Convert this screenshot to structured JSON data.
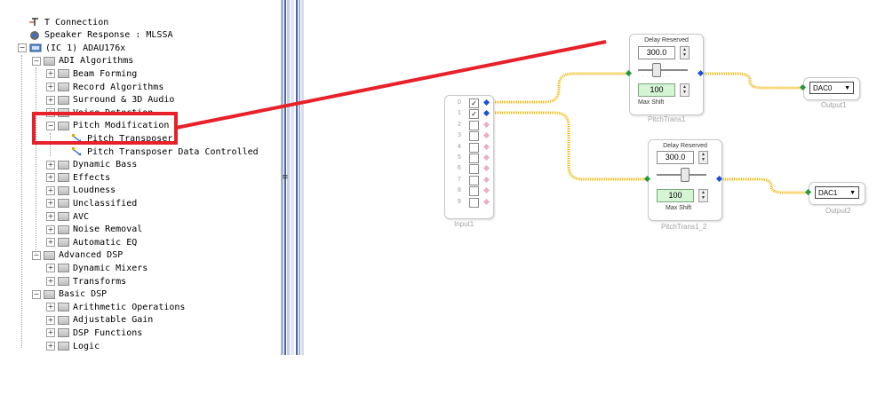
{
  "tree": {
    "items": [
      {
        "label": "T Connection",
        "icon": "t-connection-icon",
        "indent": 0
      },
      {
        "label": "Speaker Response : MLSSA",
        "icon": "speaker-icon",
        "indent": 0
      },
      {
        "label": "(IC 1) ADAU176x",
        "icon": "chip-icon",
        "indent": 0,
        "expanded": true
      },
      {
        "label": "ADI Algorithms",
        "icon": "folder-icon",
        "indent": 1,
        "expanded": true
      },
      {
        "label": "Beam Forming",
        "icon": "folder-icon",
        "indent": 2
      },
      {
        "label": "Record Algorithms",
        "icon": "folder-icon",
        "indent": 2
      },
      {
        "label": "Surround & 3D Audio",
        "icon": "folder-icon",
        "indent": 2
      },
      {
        "label": "Voice Detection",
        "icon": "folder-icon",
        "indent": 2
      },
      {
        "label": "Pitch Modification",
        "icon": "folder-icon",
        "indent": 2,
        "expanded": true
      },
      {
        "label": "Pitch Transposer",
        "icon": "algorithm-icon",
        "indent": 3
      },
      {
        "label": "Pitch Transposer Data Controlled",
        "icon": "algorithm-icon",
        "indent": 3
      },
      {
        "label": "Dynamic Bass",
        "icon": "folder-icon",
        "indent": 2
      },
      {
        "label": "Effects",
        "icon": "folder-icon",
        "indent": 2
      },
      {
        "label": "Loudness",
        "icon": "folder-icon",
        "indent": 2
      },
      {
        "label": "Unclassified",
        "icon": "folder-icon",
        "indent": 2
      },
      {
        "label": "AVC",
        "icon": "folder-icon",
        "indent": 2
      },
      {
        "label": "Noise Removal",
        "icon": "folder-icon",
        "indent": 2
      },
      {
        "label": "Automatic EQ",
        "icon": "folder-icon",
        "indent": 2
      },
      {
        "label": "Advanced DSP",
        "icon": "folder-icon",
        "indent": 1,
        "expanded": true
      },
      {
        "label": "Dynamic Mixers",
        "icon": "folder-icon",
        "indent": 2
      },
      {
        "label": "Transforms",
        "icon": "folder-icon",
        "indent": 2
      },
      {
        "label": "Basic DSP",
        "icon": "folder-icon",
        "indent": 1,
        "expanded": true
      },
      {
        "label": "Arithmetic Operations",
        "icon": "folder-icon",
        "indent": 2
      },
      {
        "label": "Adjustable Gain",
        "icon": "folder-icon",
        "indent": 2
      },
      {
        "label": "DSP Functions",
        "icon": "folder-icon",
        "indent": 2
      },
      {
        "label": "Logic",
        "icon": "folder-icon",
        "indent": 2
      }
    ]
  },
  "input_block": {
    "label": "Input1",
    "channels": [
      "0",
      "1",
      "2",
      "3",
      "4",
      "5",
      "6",
      "7",
      "8",
      "9"
    ],
    "checked": [
      true,
      true,
      false,
      false,
      false,
      false,
      false,
      false,
      false,
      false
    ]
  },
  "pitch1": {
    "header": "Delay Reserved",
    "delay_value": "300.0",
    "shift_value": "100",
    "footer": "Max Shift",
    "label": "PitchTrans1"
  },
  "pitch2": {
    "header": "Delay Reserved",
    "delay_value": "300.0",
    "shift_value": "100",
    "footer": "Max Shift",
    "label": "PitchTrans1_2"
  },
  "output1": {
    "value": "DAC0",
    "label": "Output1"
  },
  "output2": {
    "value": "DAC1",
    "label": "Output2"
  },
  "splitter": {
    "grip": "≡"
  },
  "colors": {
    "wire": "#f0b400",
    "highlight": "#e8202a",
    "pin_out": "#1f4fd8",
    "pin_in": "#1f9a3a",
    "value_field": "#d5f5d5"
  }
}
